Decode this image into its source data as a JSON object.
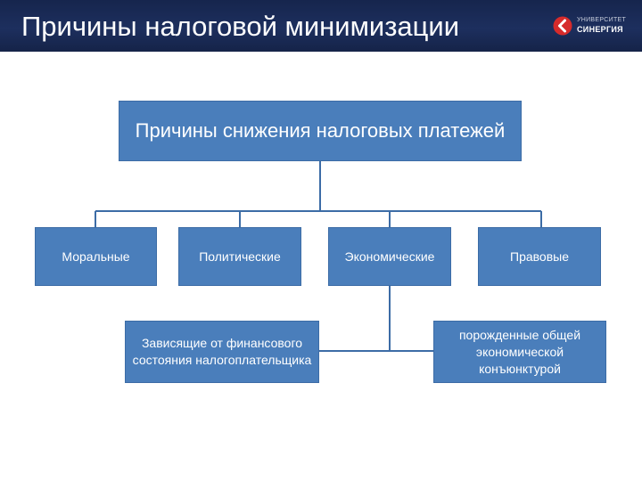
{
  "header": {
    "title": "Причины налоговой минимизации",
    "logo": {
      "line1": "УНИВЕРСИТЕТ",
      "line2": "СИНЕРГИЯ",
      "icon": "synergy-logo-icon",
      "color": "#d62b2b"
    }
  },
  "diagram": {
    "root": "Причины снижения налоговых платежей",
    "categories": {
      "moral": "Моральные",
      "political": "Политические",
      "economic": "Экономические",
      "legal": "Правовые"
    },
    "economic_children": {
      "financial": "Зависящие от финансового состояния налогоплательщика",
      "conjuncture": "порожденные общей экономической конъюнктурой"
    }
  },
  "colors": {
    "header_background": "#1d2f5e",
    "box_fill": "#4a7ebb",
    "box_border": "#3c6ca6",
    "connector": "#3c6ca6"
  }
}
